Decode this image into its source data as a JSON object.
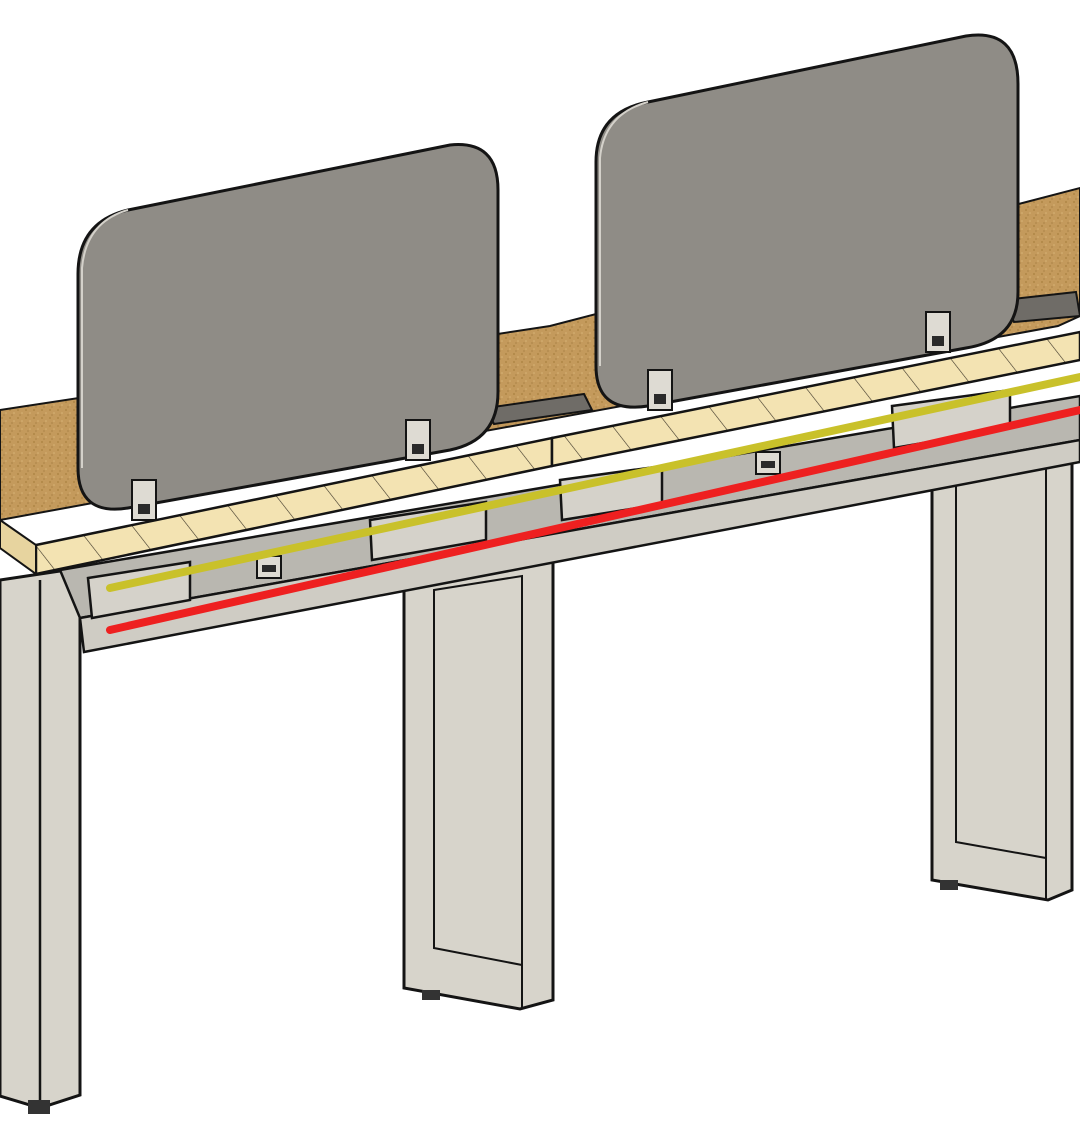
{
  "colors": {
    "background": "#ffffff",
    "worktop_top": "#c49a5c",
    "worktop_edge": "#f3e3b2",
    "screen_panel": "#8f8c86",
    "frame_metal": "#d7d4cb",
    "outline": "#141414",
    "cable_tray": "#b9b7b0",
    "highlight_line_upper": "#c9c12a",
    "highlight_line_lower": "#ee2020"
  },
  "drawing": {
    "subject": "bench-desk-assembly",
    "annotations": [
      {
        "name": "upper-highlight-line",
        "color": "#c9c12a"
      },
      {
        "name": "lower-highlight-line",
        "color": "#ee2020"
      }
    ]
  }
}
